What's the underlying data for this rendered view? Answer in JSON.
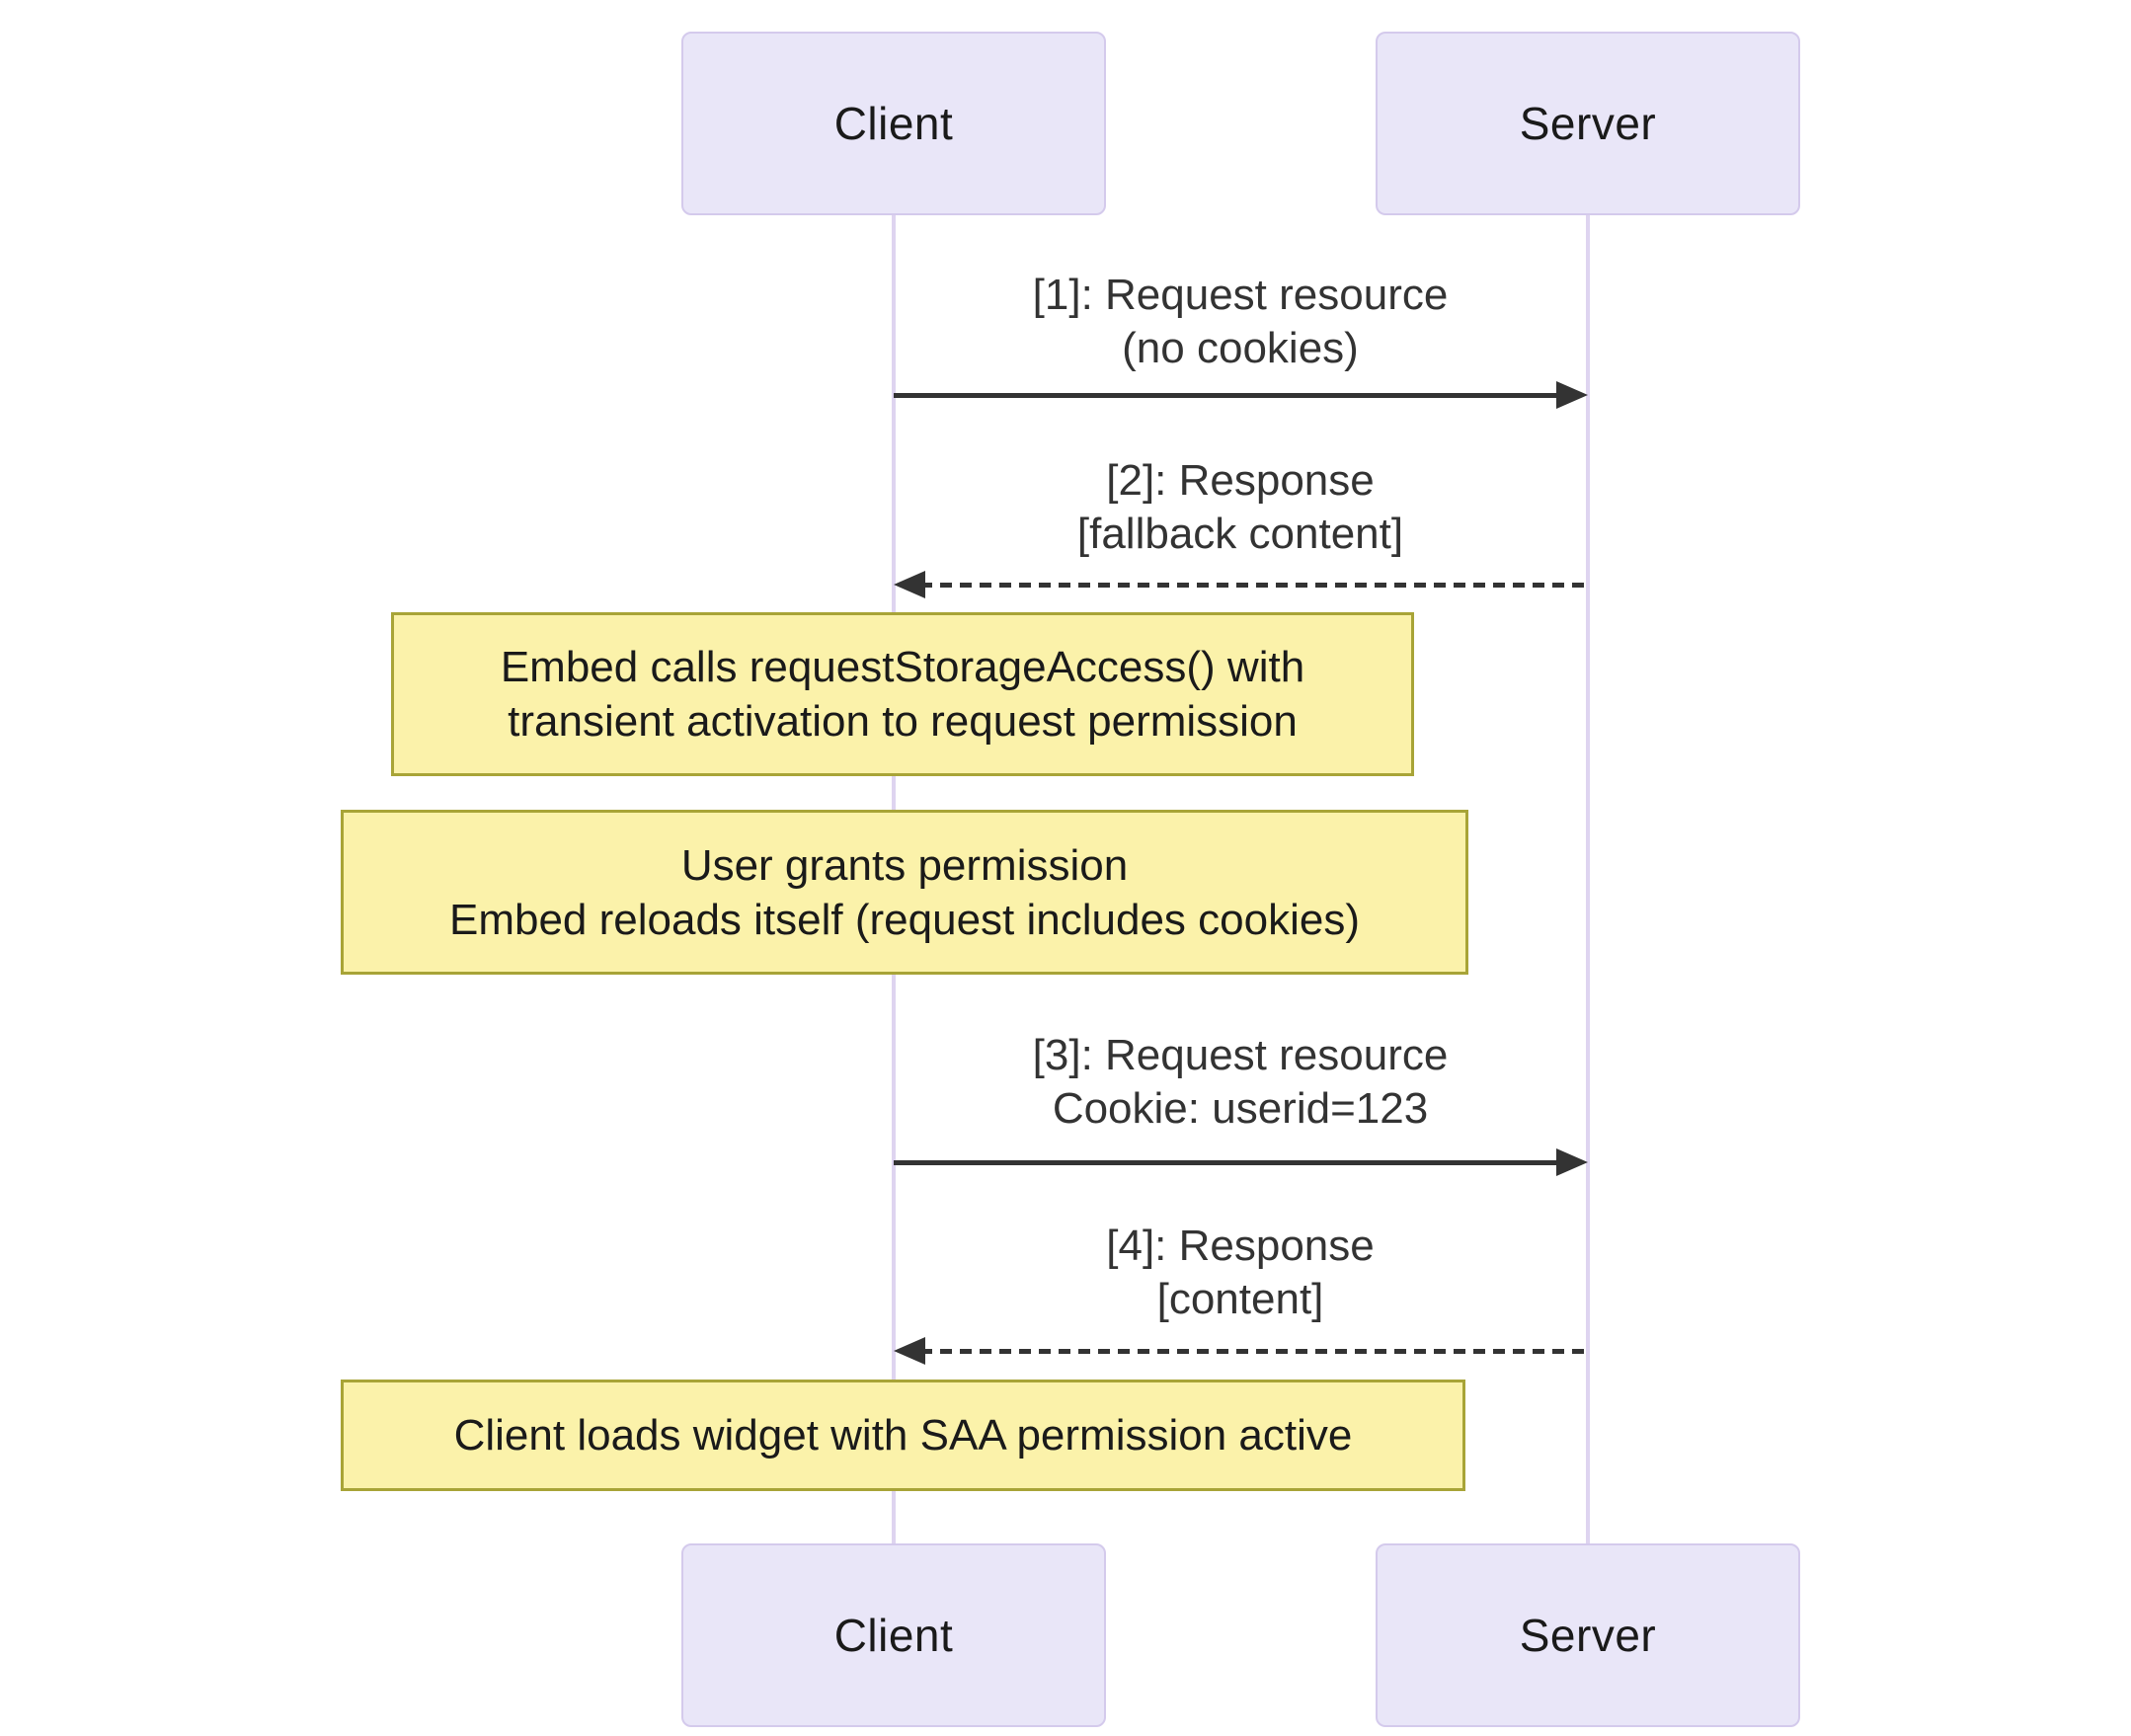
{
  "diagram": {
    "type": "sequence-diagram",
    "actors": {
      "client": {
        "label": "Client"
      },
      "server": {
        "label": "Server"
      }
    },
    "messages": [
      {
        "id": 1,
        "from": "Client",
        "to": "Server",
        "style": "solid",
        "line1": "[1]: Request resource",
        "line2": "(no cookies)"
      },
      {
        "id": 2,
        "from": "Server",
        "to": "Client",
        "style": "dashed",
        "line1": "[2]: Response",
        "line2": "[fallback content]"
      },
      {
        "id": 3,
        "from": "Client",
        "to": "Server",
        "style": "solid",
        "line1": "[3]: Request resource",
        "line2": "Cookie: userid=123"
      },
      {
        "id": 4,
        "from": "Server",
        "to": "Client",
        "style": "dashed",
        "line1": "[4]: Response",
        "line2": "[content]"
      }
    ],
    "notes": [
      {
        "line1": "Embed calls requestStorageAccess() with",
        "line2": "transient activation to request permission"
      },
      {
        "line1": "User grants permission",
        "line2": "Embed reloads itself (request includes cookies)"
      },
      {
        "line1": "Client loads widget with SAA permission active"
      }
    ],
    "colors": {
      "bg": "#ffffff",
      "actor_fill": "#e9e6f8",
      "actor_border": "#d4caec",
      "lifeline": "#ded4f0",
      "note_fill": "#fbf2aa",
      "note_border": "#a8a437",
      "note_text": "#1a1a1a",
      "arrow": "#333333",
      "text": "#1a1a1a"
    }
  }
}
